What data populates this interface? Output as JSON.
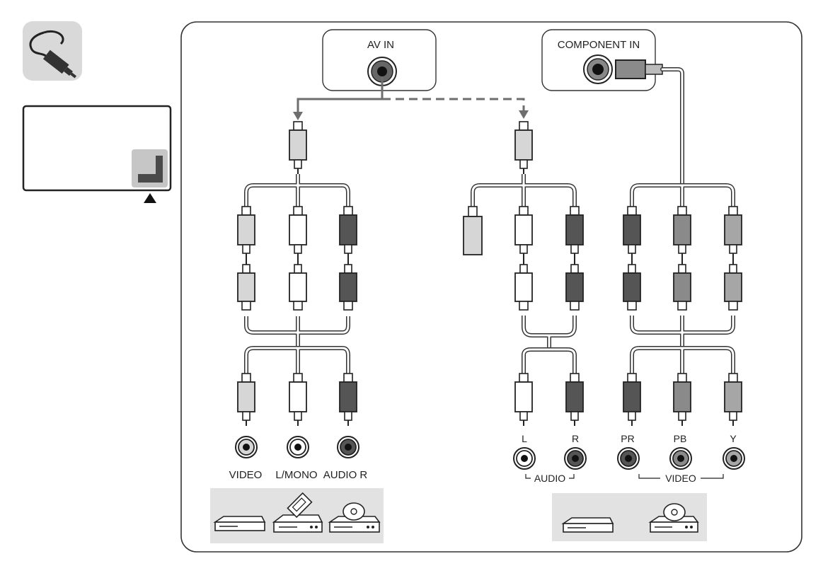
{
  "diagram": {
    "icons": {
      "cable_icon": "cable-plug-icon",
      "tv_icon": "tv-rear-panel-icon",
      "pointer_icon": "up-triangle-icon"
    },
    "ports": {
      "av_in": "AV IN",
      "component_in": "COMPONENT IN"
    },
    "av_device_jacks": [
      {
        "label": "VIDEO",
        "color": "#d8d8d8"
      },
      {
        "label": "L/MONO",
        "color": "#ffffff"
      },
      {
        "label": "AUDIO R",
        "color": "#555555"
      }
    ],
    "component_device_jacks": [
      {
        "label": "L",
        "color": "#ffffff"
      },
      {
        "label": "R",
        "color": "#555555"
      },
      {
        "label": "PR",
        "color": "#555555"
      },
      {
        "label": "PB",
        "color": "#8a8a8a"
      },
      {
        "label": "Y",
        "color": "#a6a6a6"
      }
    ],
    "group_labels": {
      "audio": "AUDIO",
      "video": "VIDEO"
    },
    "devices": {
      "av": [
        "dvd-player-icon",
        "vcr-icon",
        "disc-player-icon"
      ],
      "component": [
        "dvd-player-icon",
        "disc-player-icon"
      ]
    },
    "colors": {
      "frame": "#333333",
      "panel": "#e2e2e2",
      "cable": "#6e6e6e",
      "plug_light": "#d6d6d6",
      "plug_white": "#ffffff",
      "plug_dark": "#555555",
      "plug_mid": "#8a8a8a",
      "plug_gray": "#a6a6a6"
    }
  }
}
